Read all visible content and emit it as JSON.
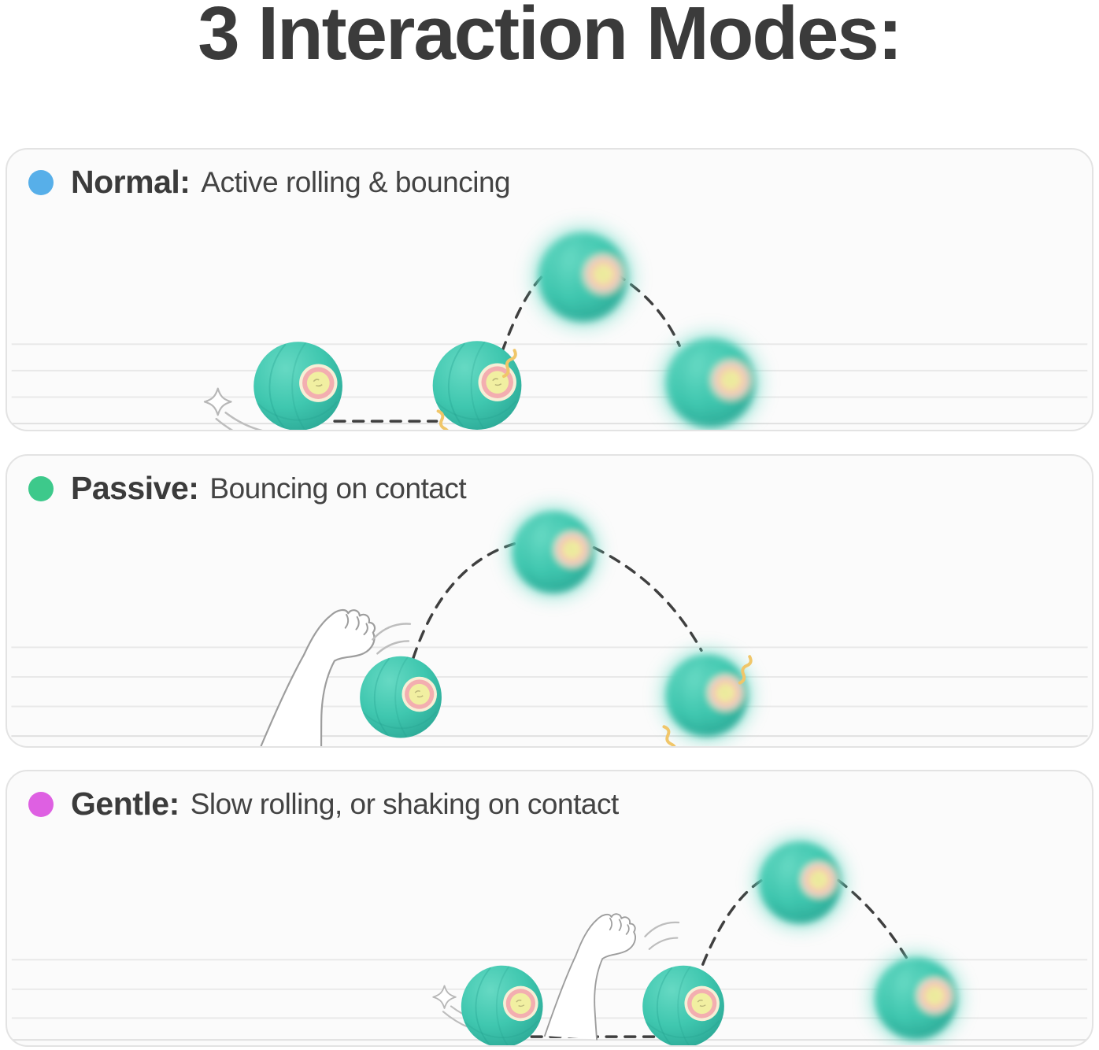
{
  "page_title": "3 Interaction Modes:",
  "modes": [
    {
      "id": "normal",
      "label": "Normal:",
      "description": "Active rolling & bouncing",
      "dot_color": "#57afe9"
    },
    {
      "id": "passive",
      "label": "Passive:",
      "description": "Bouncing on contact",
      "dot_color": "#3dc98b"
    },
    {
      "id": "gentle",
      "label": "Gentle:",
      "description": "Slow rolling, or shaking on contact",
      "dot_color": "#de60e2"
    }
  ],
  "illustration_colors": {
    "ball_teal": "#3fc7af",
    "ball_teal_light": "#66d9c3",
    "ball_teal_dark": "#2ba795",
    "disc_halo": "#f6efd6",
    "disc_ring_pink": "#f3aeb0",
    "disc_center_yellow": "#f1efa1",
    "impact_mark_yellow": "#f0c669",
    "trajectory_dash": "#3f3f3f",
    "text_ink": "#3b3b3b"
  }
}
